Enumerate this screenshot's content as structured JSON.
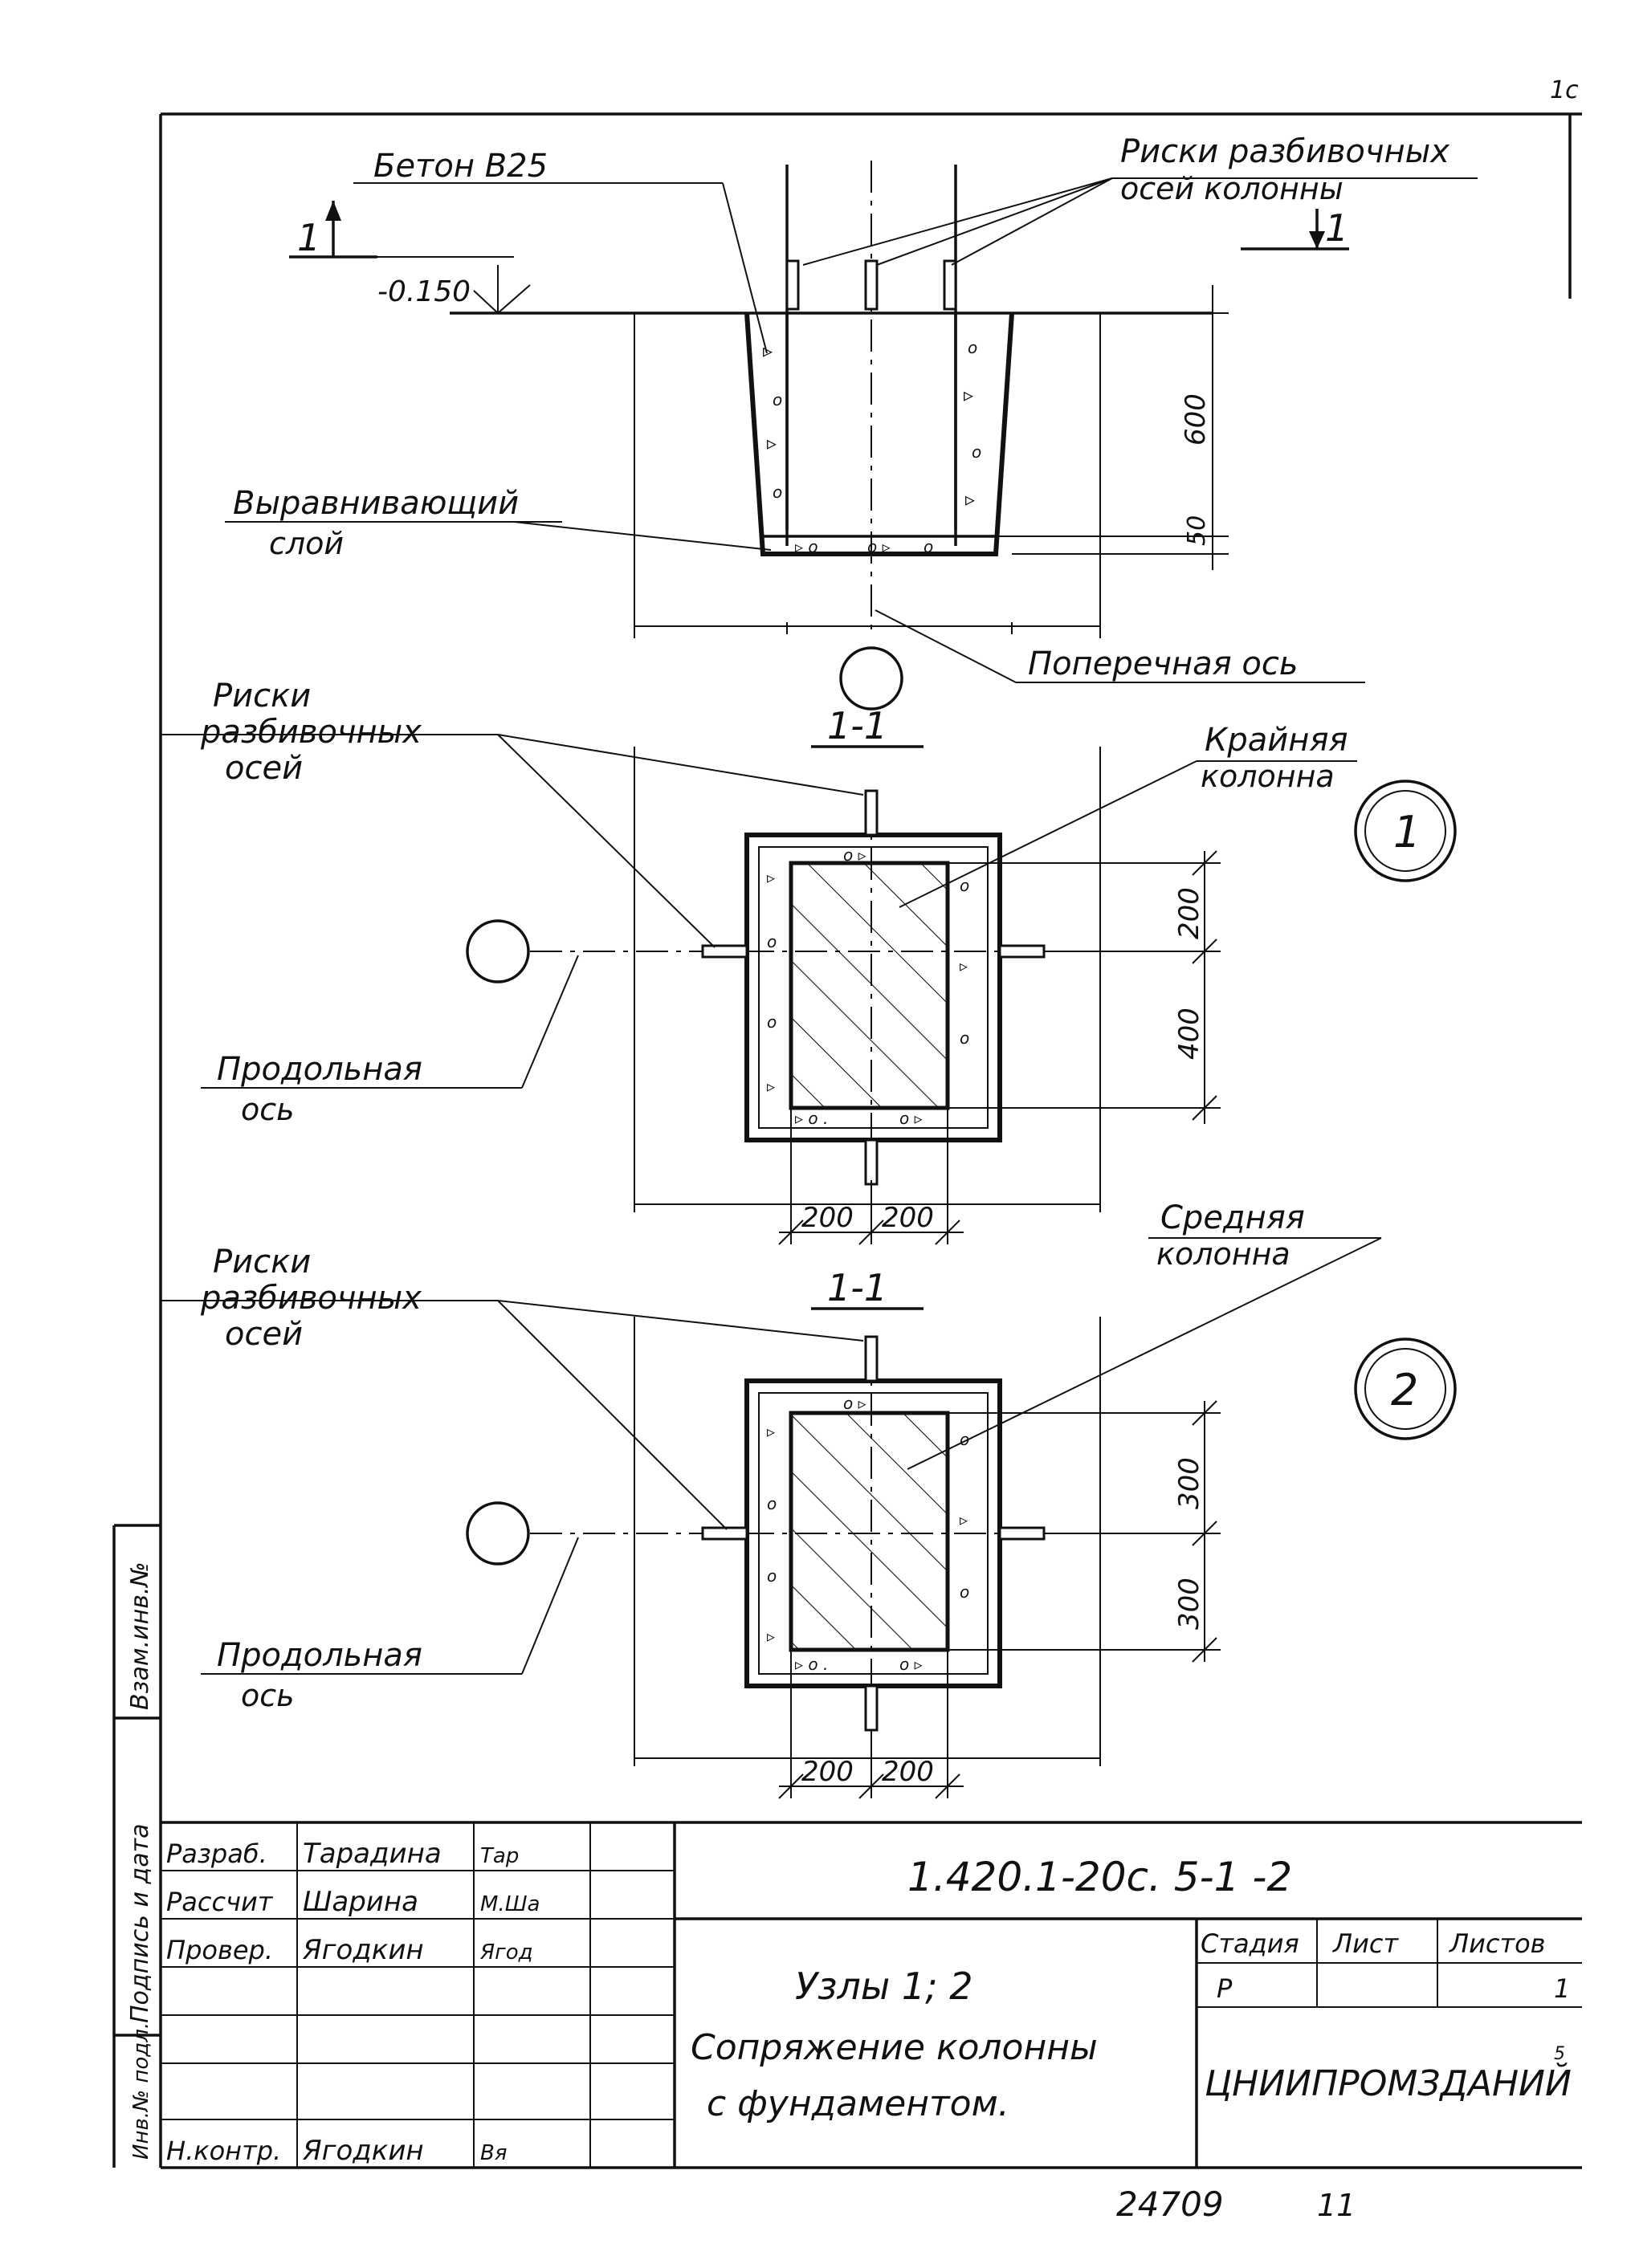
{
  "page_number": "1ᴄ",
  "labels": {
    "beton": "Бетон B25",
    "riski_top_1": "Риски разбивочных",
    "riski_top_2": "осей колонны",
    "section_mark_left": "1",
    "section_mark_right": "1",
    "elev": "-0.150",
    "vyr_1": "Выравнивающий",
    "vyr_2": "слой",
    "poperech": "Поперечная ось",
    "riski_a": "Риски",
    "riski_b": "разбивочных",
    "riski_c": "осей",
    "section_11": "1-1",
    "kraynyaya_1": "Крайняя",
    "kraynyaya_2": "колонна",
    "node_1": "1",
    "prodol_a": "Продольная",
    "prodol_b": "ось",
    "srednyaya_1": "Средняя",
    "srednyaya_2": "колонна",
    "node_2": "2"
  },
  "dims": {
    "d600": "600",
    "d50": "50",
    "d200_v": "200",
    "d400_v": "400",
    "d200_h1": "200",
    "d200_h2": "200",
    "d300_v1": "300",
    "d300_v2": "300",
    "d200_h3": "200",
    "d200_h4": "200"
  },
  "side_stamp": {
    "t1": "Взам.инв.№",
    "t2": "Подпись и дата",
    "t3": "Инв.№ подл."
  },
  "title_block": {
    "rows": [
      {
        "role": "Разраб.",
        "name": "Тарадина",
        "sign": "Тар"
      },
      {
        "role": "Рассчит",
        "name": "Шарина",
        "sign": "М.Ша"
      },
      {
        "role": "Провер.",
        "name": "Ягодкин",
        "sign": "Ягод"
      },
      {
        "role": "",
        "name": "",
        "sign": ""
      },
      {
        "role": "",
        "name": "",
        "sign": ""
      },
      {
        "role": "",
        "name": "",
        "sign": ""
      },
      {
        "role": "Н.контр.",
        "name": "Ягодкин",
        "sign": "Вя"
      }
    ],
    "code": "1.420.1-20с. 5-1 -2",
    "title_1": "Узлы 1; 2",
    "title_2": "Сопряжение колонны",
    "title_3": "с фундаментом.",
    "stadia_h": "Стадия",
    "list_h": "Лист",
    "listov_h": "Листов",
    "stadia_v": "Р",
    "list_v": "1",
    "listov_v": "",
    "org": "ЦНИИПРОМЗДАНИЙ",
    "org_mark": "5"
  },
  "footer": {
    "inv": "24709",
    "sheet": "11"
  }
}
